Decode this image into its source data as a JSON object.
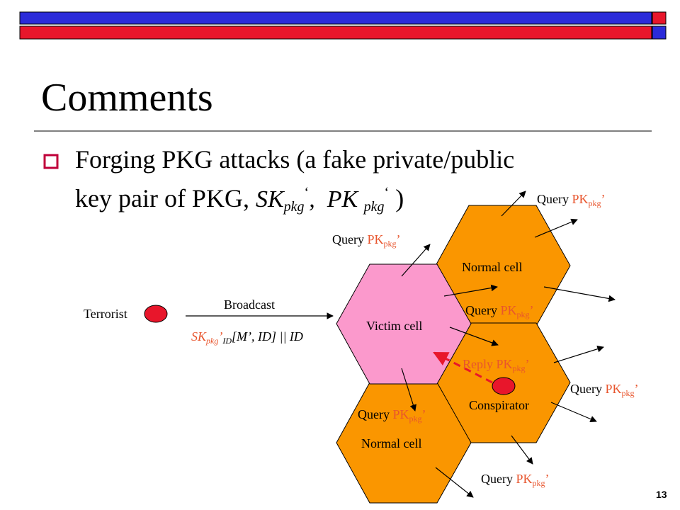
{
  "slide": {
    "title": "Comments",
    "bullet_line1": "Forging PKG attacks  (a fake private/public",
    "bullet_line2_start": "key pair of PKG,",
    "bullet_line2_end": ")",
    "math_sk": "SK",
    "math_pk": "PK",
    "math_sub": "pkg",
    "math_prime": "‘",
    "math_comma": ",",
    "page_number": "13"
  },
  "diagram": {
    "terrorist_label": "Terrorist",
    "broadcast_label": "Broadcast",
    "broadcast_msg": {
      "sk": "SK",
      "sub": "pkg",
      "prime": "’",
      "sub2": "ID",
      "msg": "[M’, ID] || ID"
    },
    "cells": {
      "victim": "Victim cell",
      "normal_top": "Normal cell",
      "normal_bottom": "Normal cell",
      "conspirator": "Conspirator"
    },
    "query_word": "Query",
    "reply_word": "Reply",
    "pk": "PK",
    "pkg": "pkg",
    "prime": "’"
  },
  "colors": {
    "banner_blue": "#2b2bd9",
    "banner_red": "#e8162b",
    "cell_orange": "#fa9600",
    "cell_pink": "#fb99cc",
    "dot_red": "#e8162b",
    "text_orange": "#e8552d"
  }
}
